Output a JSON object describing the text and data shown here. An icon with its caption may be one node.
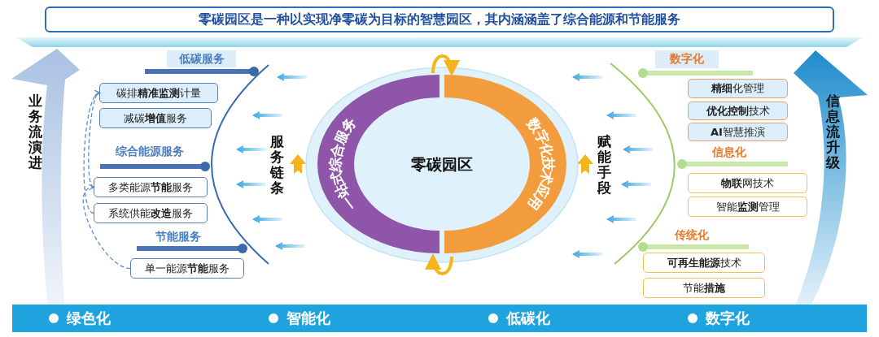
{
  "diagram": {
    "title": "零碳园区是一种以实现净零碳为目标的智慧园区，其内涵涵盖了综合能源和节能服务",
    "nodes": [
      {
        "text": [
          "低碳服务"
        ]
      },
      {
        "text": [
          "碳排**精准监测**计量"
        ]
      },
      {
        "text": [
          "减碳**增值**服务"
        ]
      },
      {
        "text": [
          "综合能源服务"
        ]
      },
      {
        "text": [
          "多类能源**节能**服务"
        ]
      },
      {
        "text": [
          "系统供能**改造**服务"
        ]
      },
      {
        "text": [
          "节能服务"
        ]
      },
      {
        "text": [
          "单一能源**节能**服务"
        ]
      },
      {
        "text": [
          "零碳园区"
        ]
      },
      {
        "text": [
          "一站式综合服务"
        ],
        "in": 8
      },
      {
        "text": [
          "数字化技术应用"
        ],
        "in": 8
      },
      {
        "text": [
          "数字化"
        ]
      },
      {
        "text": [
          "**精细**化管理"
        ]
      },
      {
        "text": [
          "**优化控制**技术"
        ]
      },
      {
        "text": [
          "**AI**智慧推演"
        ]
      },
      {
        "text": [
          "信息化"
        ]
      },
      {
        "text": [
          "**物联**网技术"
        ]
      },
      {
        "text": [
          "智能**监测**管理"
        ]
      },
      {
        "text": [
          "传统化"
        ]
      },
      {
        "text": [
          "**可再生能源**技术"
        ]
      },
      {
        "text": [
          "节能**措施**"
        ]
      },
      {
        "text": [
          "业务流演进"
        ]
      },
      {
        "text": [
          "信息流升级"
        ]
      }
    ],
    "edges": [
      {
        "from": 7,
        "to": 4,
        "arrow": "to",
        "style": "dashed"
      },
      {
        "from": 4,
        "to": 1,
        "arrow": "to",
        "style": "dashed"
      },
      {
        "from": 5,
        "to": 1,
        "arrow": "to",
        "style": "dashed"
      },
      {
        "from": 9,
        "to": 10,
        "arrow": "to",
        "style": "thick",
        "color": "#f6b41c"
      },
      {
        "from": 10,
        "to": 9,
        "arrow": "to",
        "style": "thick",
        "color": "#f6b41c"
      }
    ],
    "labels": [
      "服务链条",
      "赋能手段",
      "绿色化",
      "智能化",
      "低碳化",
      "数字化"
    ]
  }
}
